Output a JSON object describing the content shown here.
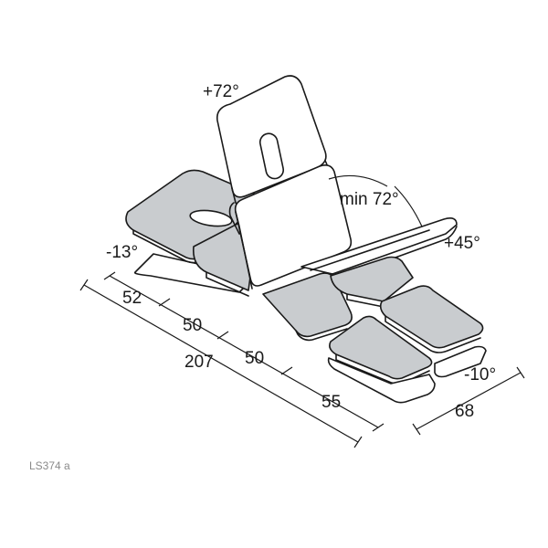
{
  "labels": {
    "angle_back_up": "+72°",
    "angle_min": "min 72°",
    "angle_leg_up": "+45°",
    "angle_head_down": "-13°",
    "angle_leg_down": "-10°"
  },
  "dimensions": {
    "d1": "52",
    "d2": "50",
    "d3": "50",
    "d4": "55",
    "total_length": "207",
    "width": "68"
  },
  "code": "LS374 a"
}
